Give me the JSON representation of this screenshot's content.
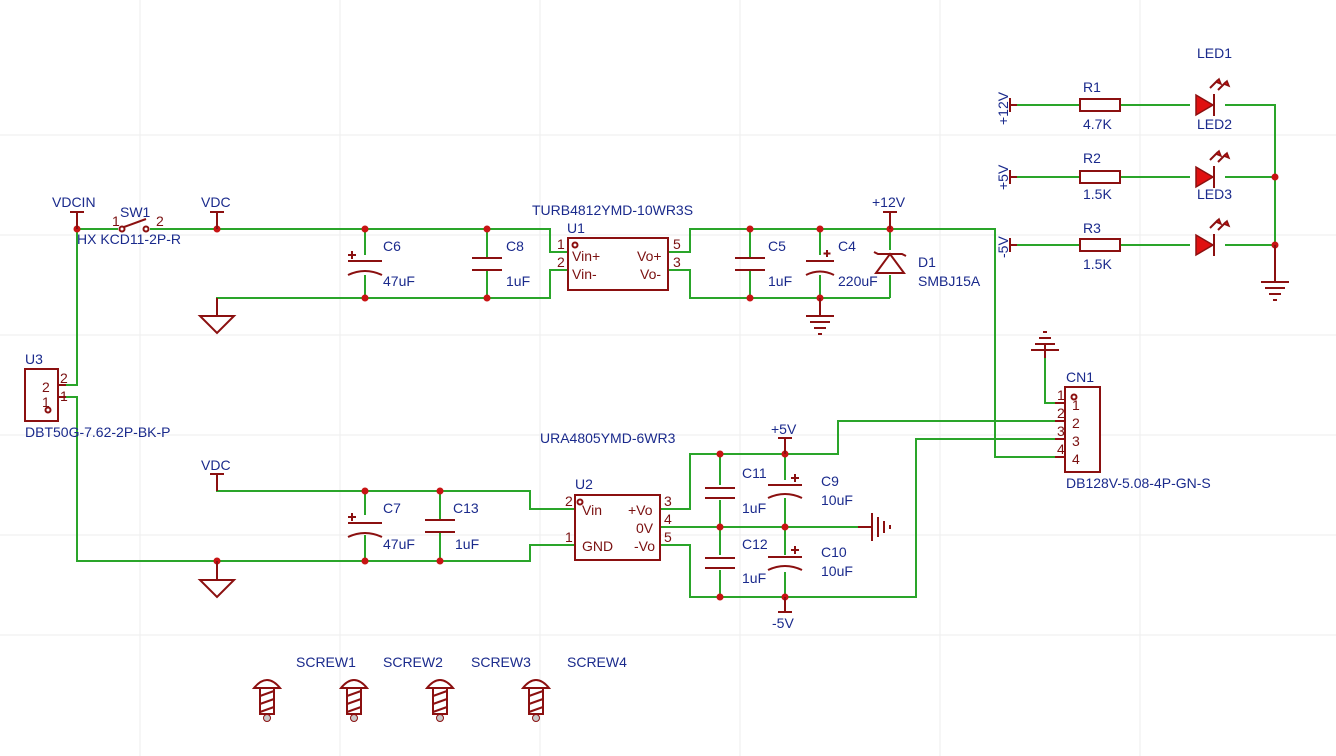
{
  "colors": {
    "wire": "#2aa52a",
    "symbol": "#8b1010",
    "junction": "#c81414",
    "label": "#1a2a8c",
    "led_fill": "#e01010",
    "background": "#ffffff"
  },
  "nets": {
    "vdcin": "VDCIN",
    "vdc_top": "VDC",
    "vdc_bottom": "VDC",
    "p12v_main": "+12V",
    "p12v_led": "+12V",
    "p5v_led": "+5V",
    "n5v_led": "-5V",
    "p5v_main": "+5V",
    "n5v_main": "-5V"
  },
  "components": {
    "sw1": {
      "ref": "SW1",
      "value": "HX KCD11-2P-R",
      "pin1": "1",
      "pin2": "2"
    },
    "u3": {
      "ref": "U3",
      "value": "DBT50G-7.62-2P-BK-P",
      "pin1": "1",
      "pin2": "2"
    },
    "c6": {
      "ref": "C6",
      "value": "47uF"
    },
    "c8": {
      "ref": "C8",
      "value": "1uF"
    },
    "u1": {
      "ref": "U1",
      "value": "TURB4812YMD-10WR3S",
      "vin_p": "Vin+",
      "vin_n": "Vin-",
      "vo_p": "Vo+",
      "vo_n": "Vo-",
      "p1": "1",
      "p2": "2",
      "p5": "5",
      "p3": "3"
    },
    "c5": {
      "ref": "C5",
      "value": "1uF"
    },
    "c4": {
      "ref": "C4",
      "value": "220uF"
    },
    "d1": {
      "ref": "D1",
      "value": "SMBJ15A"
    },
    "r1": {
      "ref": "R1",
      "value": "4.7K"
    },
    "r2": {
      "ref": "R2",
      "value": "1.5K"
    },
    "r3": {
      "ref": "R3",
      "value": "1.5K"
    },
    "led1": {
      "ref": "LED1"
    },
    "led2": {
      "ref": "LED2"
    },
    "led3": {
      "ref": "LED3"
    },
    "cn1": {
      "ref": "CN1",
      "value": "DB128V-5.08-4P-GN-S",
      "p1": "1",
      "p2": "2",
      "p3": "3",
      "p4": "4"
    },
    "c7": {
      "ref": "C7",
      "value": "47uF"
    },
    "c13": {
      "ref": "C13",
      "value": "1uF"
    },
    "u2": {
      "ref": "U2",
      "value": "URA4805YMD-6WR3",
      "vin": "Vin",
      "gnd": "GND",
      "vo_p": "+Vo",
      "v0": "0V",
      "vo_n": "-Vo",
      "p2": "2",
      "p1": "1",
      "p3": "3",
      "p4": "4",
      "p5": "5"
    },
    "c11": {
      "ref": "C11",
      "value": "1uF"
    },
    "c9": {
      "ref": "C9",
      "value": "10uF"
    },
    "c12": {
      "ref": "C12",
      "value": "1uF"
    },
    "c10": {
      "ref": "C10",
      "value": "10uF"
    },
    "screws": [
      "SCREW1",
      "SCREW2",
      "SCREW3",
      "SCREW4"
    ]
  }
}
